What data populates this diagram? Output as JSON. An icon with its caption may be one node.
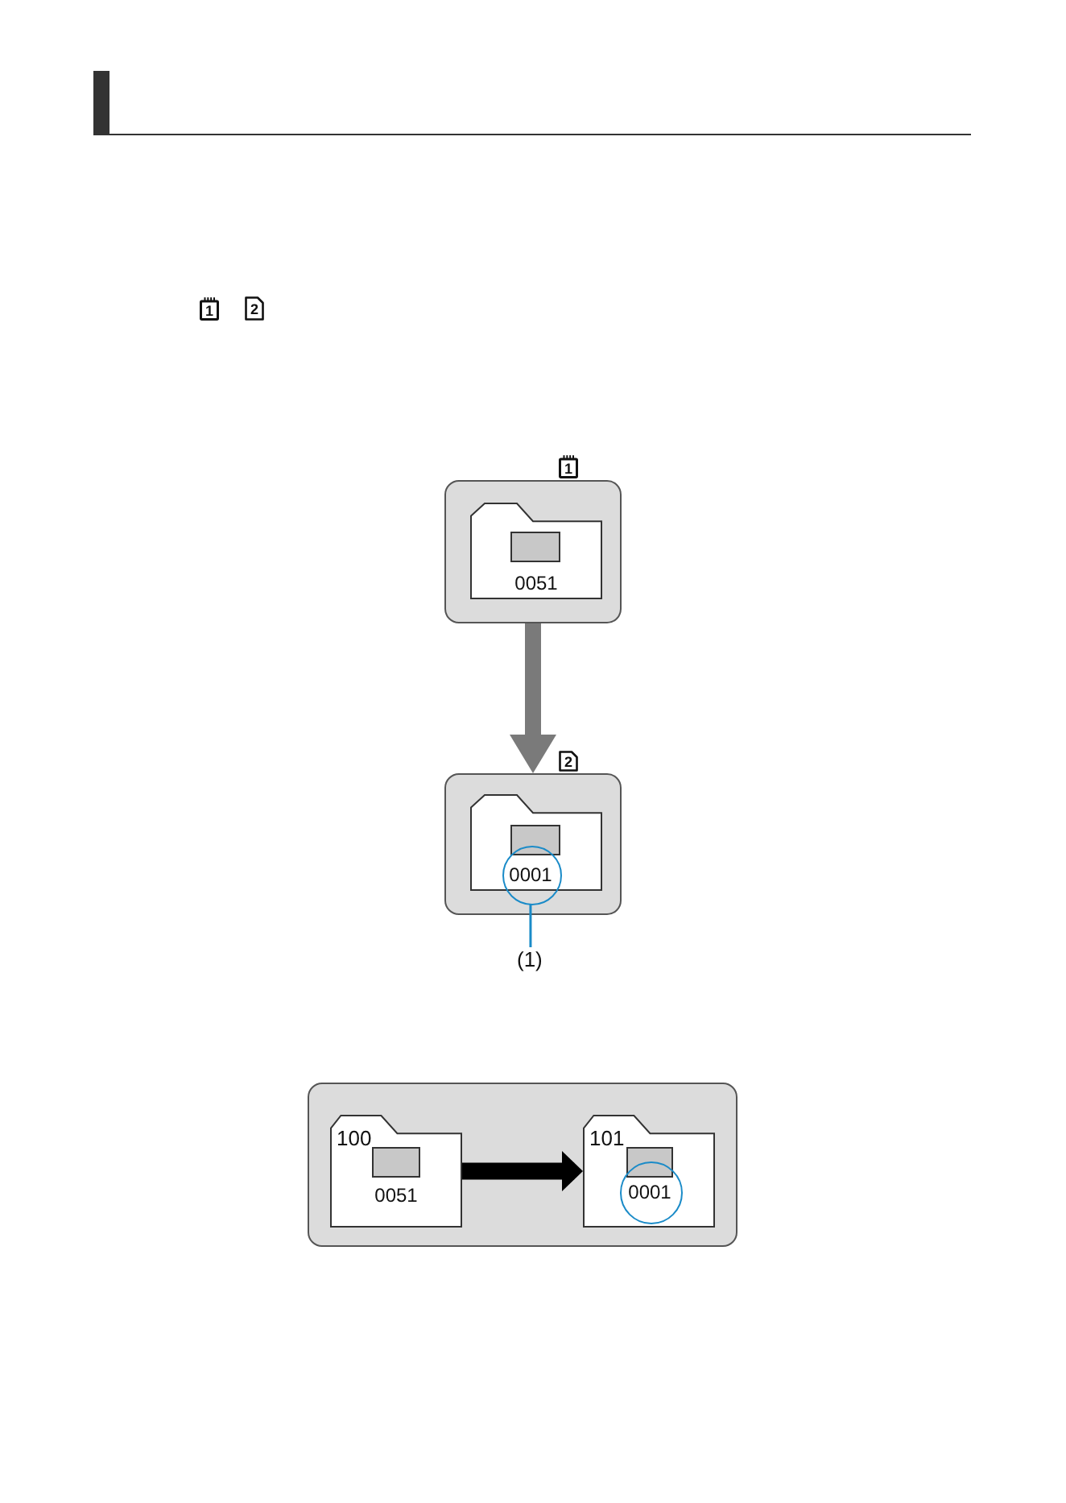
{
  "diagram": {
    "nodes": [
      {
        "text": [],
        "shape": "box",
        "beside": [
          "1"
        ]
      },
      {
        "text": [
          "0051"
        ],
        "in": 0
      },
      {
        "text": [],
        "shape": "box",
        "beside": [
          "2"
        ]
      },
      {
        "text": [],
        "shape": "folder",
        "in": 2
      },
      {
        "text": [
          "0001"
        ],
        "in": 2
      },
      {
        "text": [
          "(1)"
        ]
      },
      {
        "text": [],
        "shape": "box"
      },
      {
        "text": [
          "100",
          "0051"
        ],
        "in": 6
      },
      {
        "text": [
          "101"
        ],
        "in": 6
      },
      {
        "text": [
          "0001"
        ],
        "in": 8
      }
    ],
    "edges": [
      {
        "from": 0,
        "to": 2,
        "arrow": "to",
        "color": "#7a7a7a"
      },
      {
        "from": 5,
        "to": 4,
        "arrow": "none",
        "color": "#1a8bc8"
      },
      {
        "from": 7,
        "to": 8,
        "arrow": "to",
        "color": "#000000"
      }
    ],
    "labels": [
      "1",
      "2"
    ]
  }
}
